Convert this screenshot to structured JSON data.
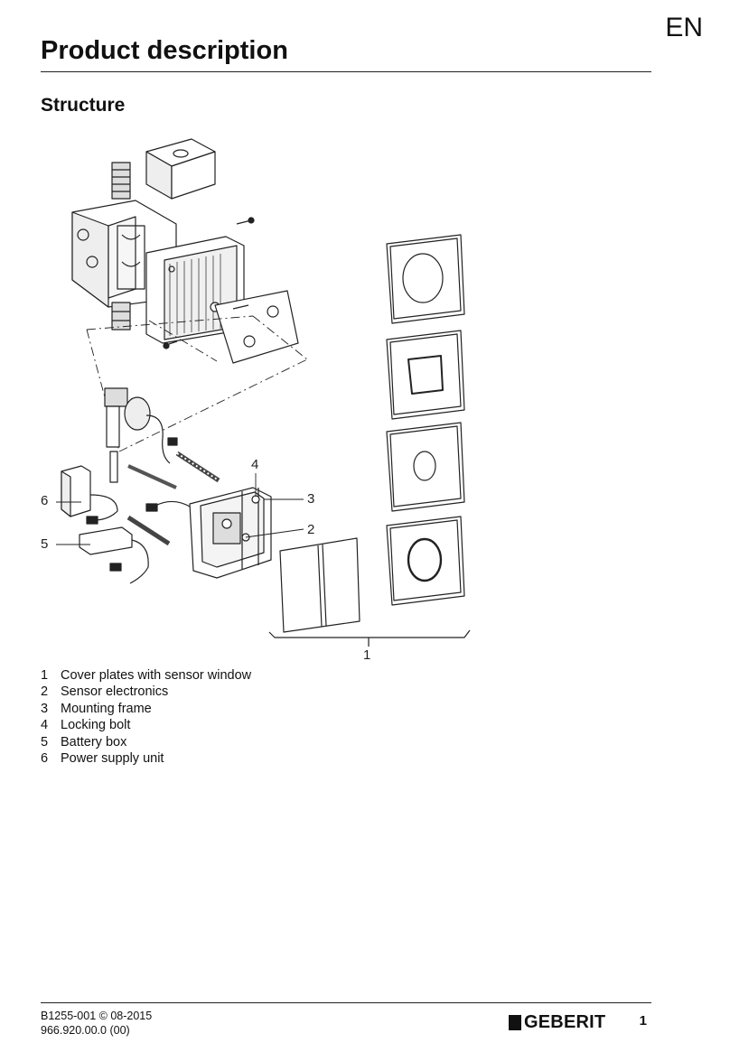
{
  "header": {
    "language": "EN",
    "title": "Product description"
  },
  "section": {
    "title": "Structure"
  },
  "figure": {
    "callouts": [
      {
        "id": "1",
        "label": "1"
      },
      {
        "id": "2",
        "label": "2"
      },
      {
        "id": "3",
        "label": "3"
      },
      {
        "id": "4",
        "label": "4"
      },
      {
        "id": "5",
        "label": "5"
      },
      {
        "id": "6",
        "label": "6"
      }
    ]
  },
  "legend": [
    {
      "num": "1",
      "text": "Cover plates with sensor window"
    },
    {
      "num": "2",
      "text": "Sensor electronics"
    },
    {
      "num": "3",
      "text": "Mounting frame"
    },
    {
      "num": "4",
      "text": "Locking bolt"
    },
    {
      "num": "5",
      "text": "Battery box"
    },
    {
      "num": "6",
      "text": "Power supply unit"
    }
  ],
  "footer": {
    "doc_code": "B1255-001 © 08-2015",
    "doc_number": "966.920.00.0 (00)",
    "brand": "GEBERIT",
    "page": "1"
  }
}
